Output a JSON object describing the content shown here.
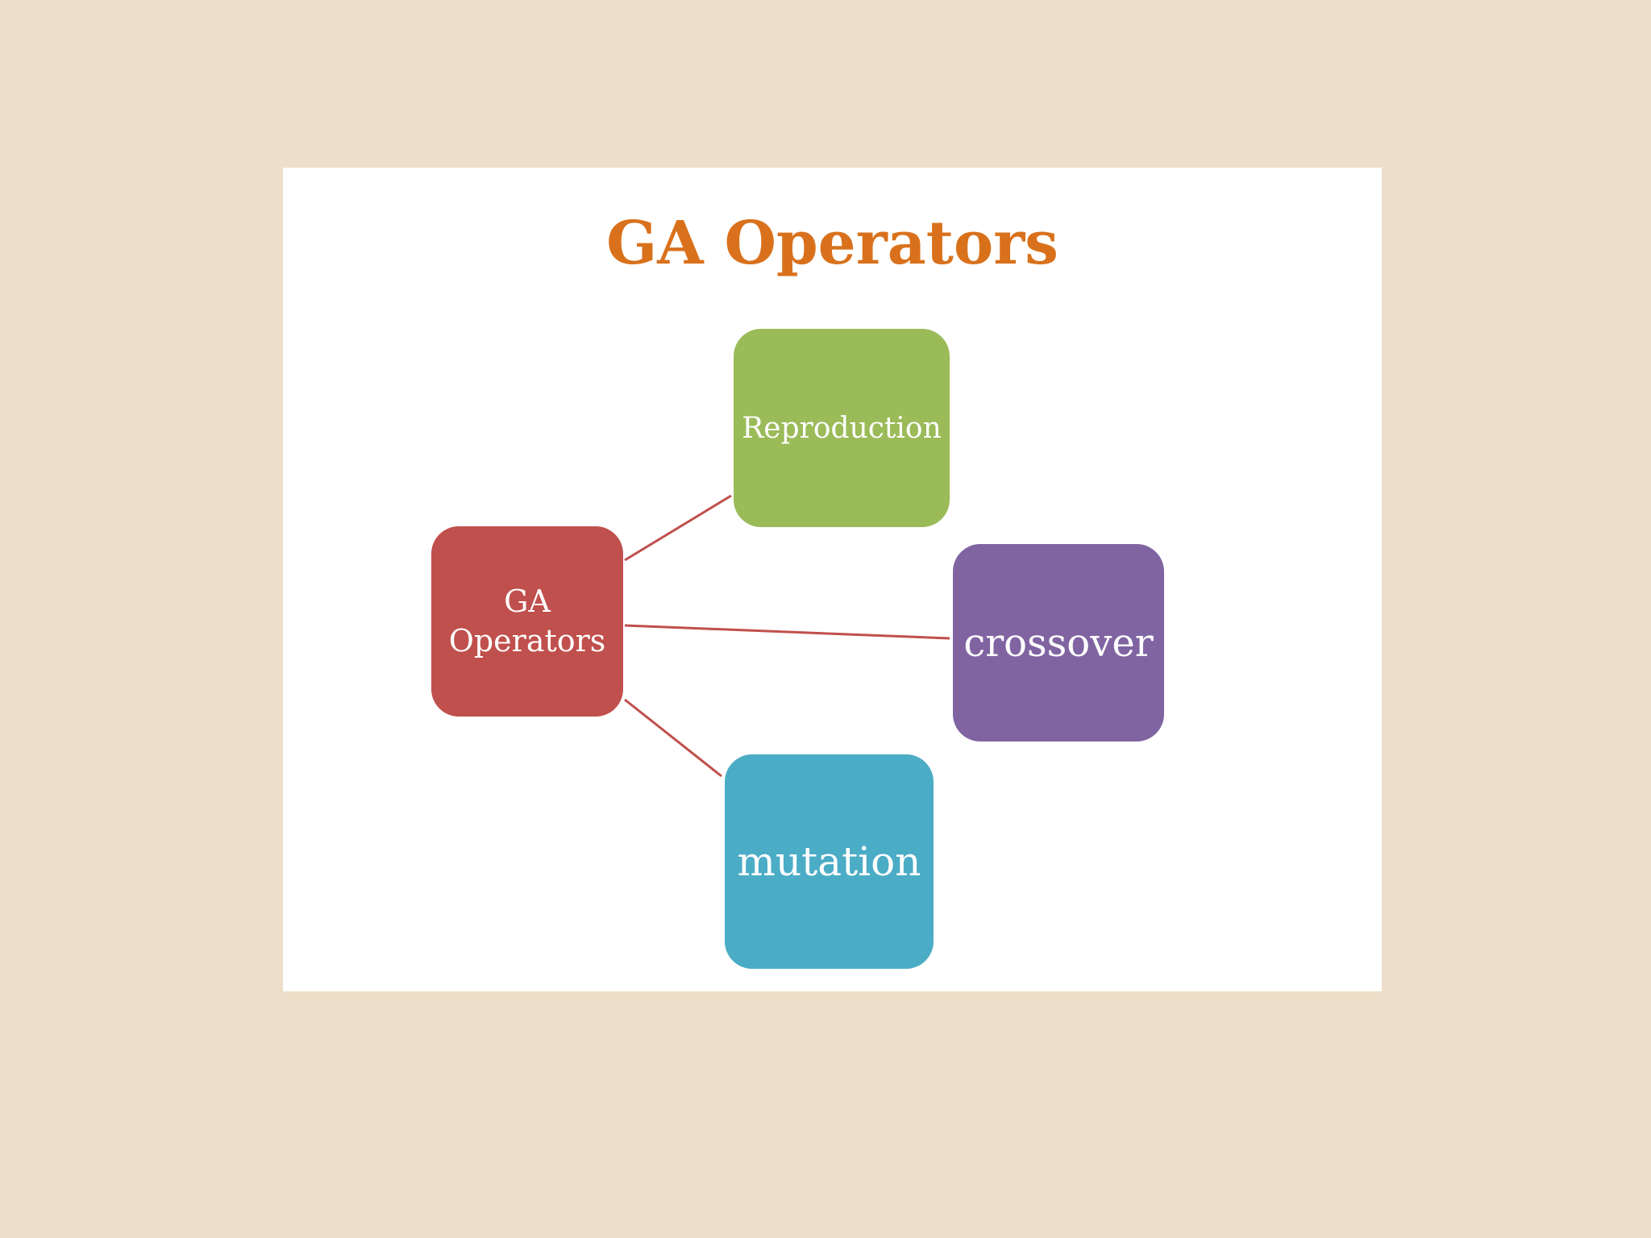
{
  "title": "GA Operators",
  "colors": {
    "background": "#ecdec8",
    "slide": "#ffffff",
    "title": "#d9711c",
    "connector": "#c0504d",
    "center_node": "#c0504d",
    "reproduction_node": "#9bbb59",
    "crossover_node": "#8064a2",
    "mutation_node": "#4bacc6"
  },
  "nodes": {
    "center": "GA\nOperators",
    "reproduction": "Reproduction",
    "crossover": "crossover",
    "mutation": "mutation"
  }
}
